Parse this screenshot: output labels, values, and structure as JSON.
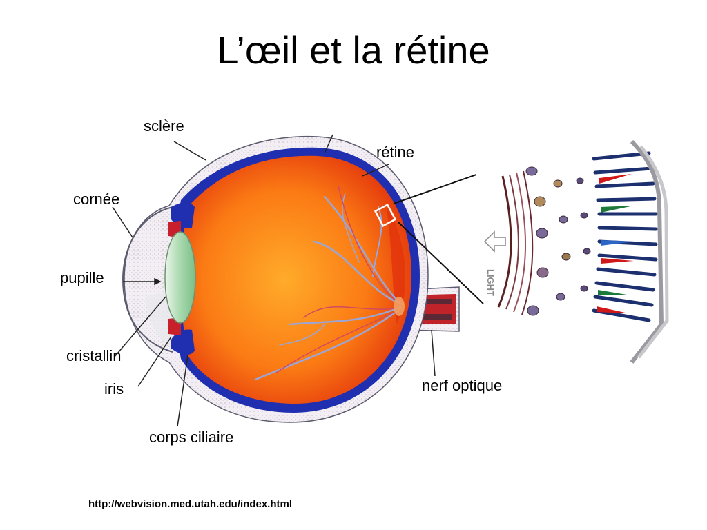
{
  "title": "L’œil et la rétine",
  "labels": {
    "sclere": "sclère",
    "retine": "rétine",
    "cornee": "cornée",
    "pupille": "pupille",
    "cristallin": "cristallin",
    "iris": "iris",
    "corps_ciliaire": "corps ciliaire",
    "nerf_optique": "nerf optique"
  },
  "inset_text": "LIGHT",
  "source": "http://webvision.med.utah.edu/index.html",
  "colors": {
    "sclera": "#f4f1f4",
    "choroid": "#1f2fb0",
    "vitreous_outer": "#e83a10",
    "vitreous_inner": "#ff9a20",
    "lens": "#9fd4a6",
    "vessel": "#9aa6d8",
    "rod": "#1c2f6e",
    "cone_red": "#d01818",
    "cone_green": "#1d7a3a",
    "cone_blue": "#2a66c8"
  }
}
